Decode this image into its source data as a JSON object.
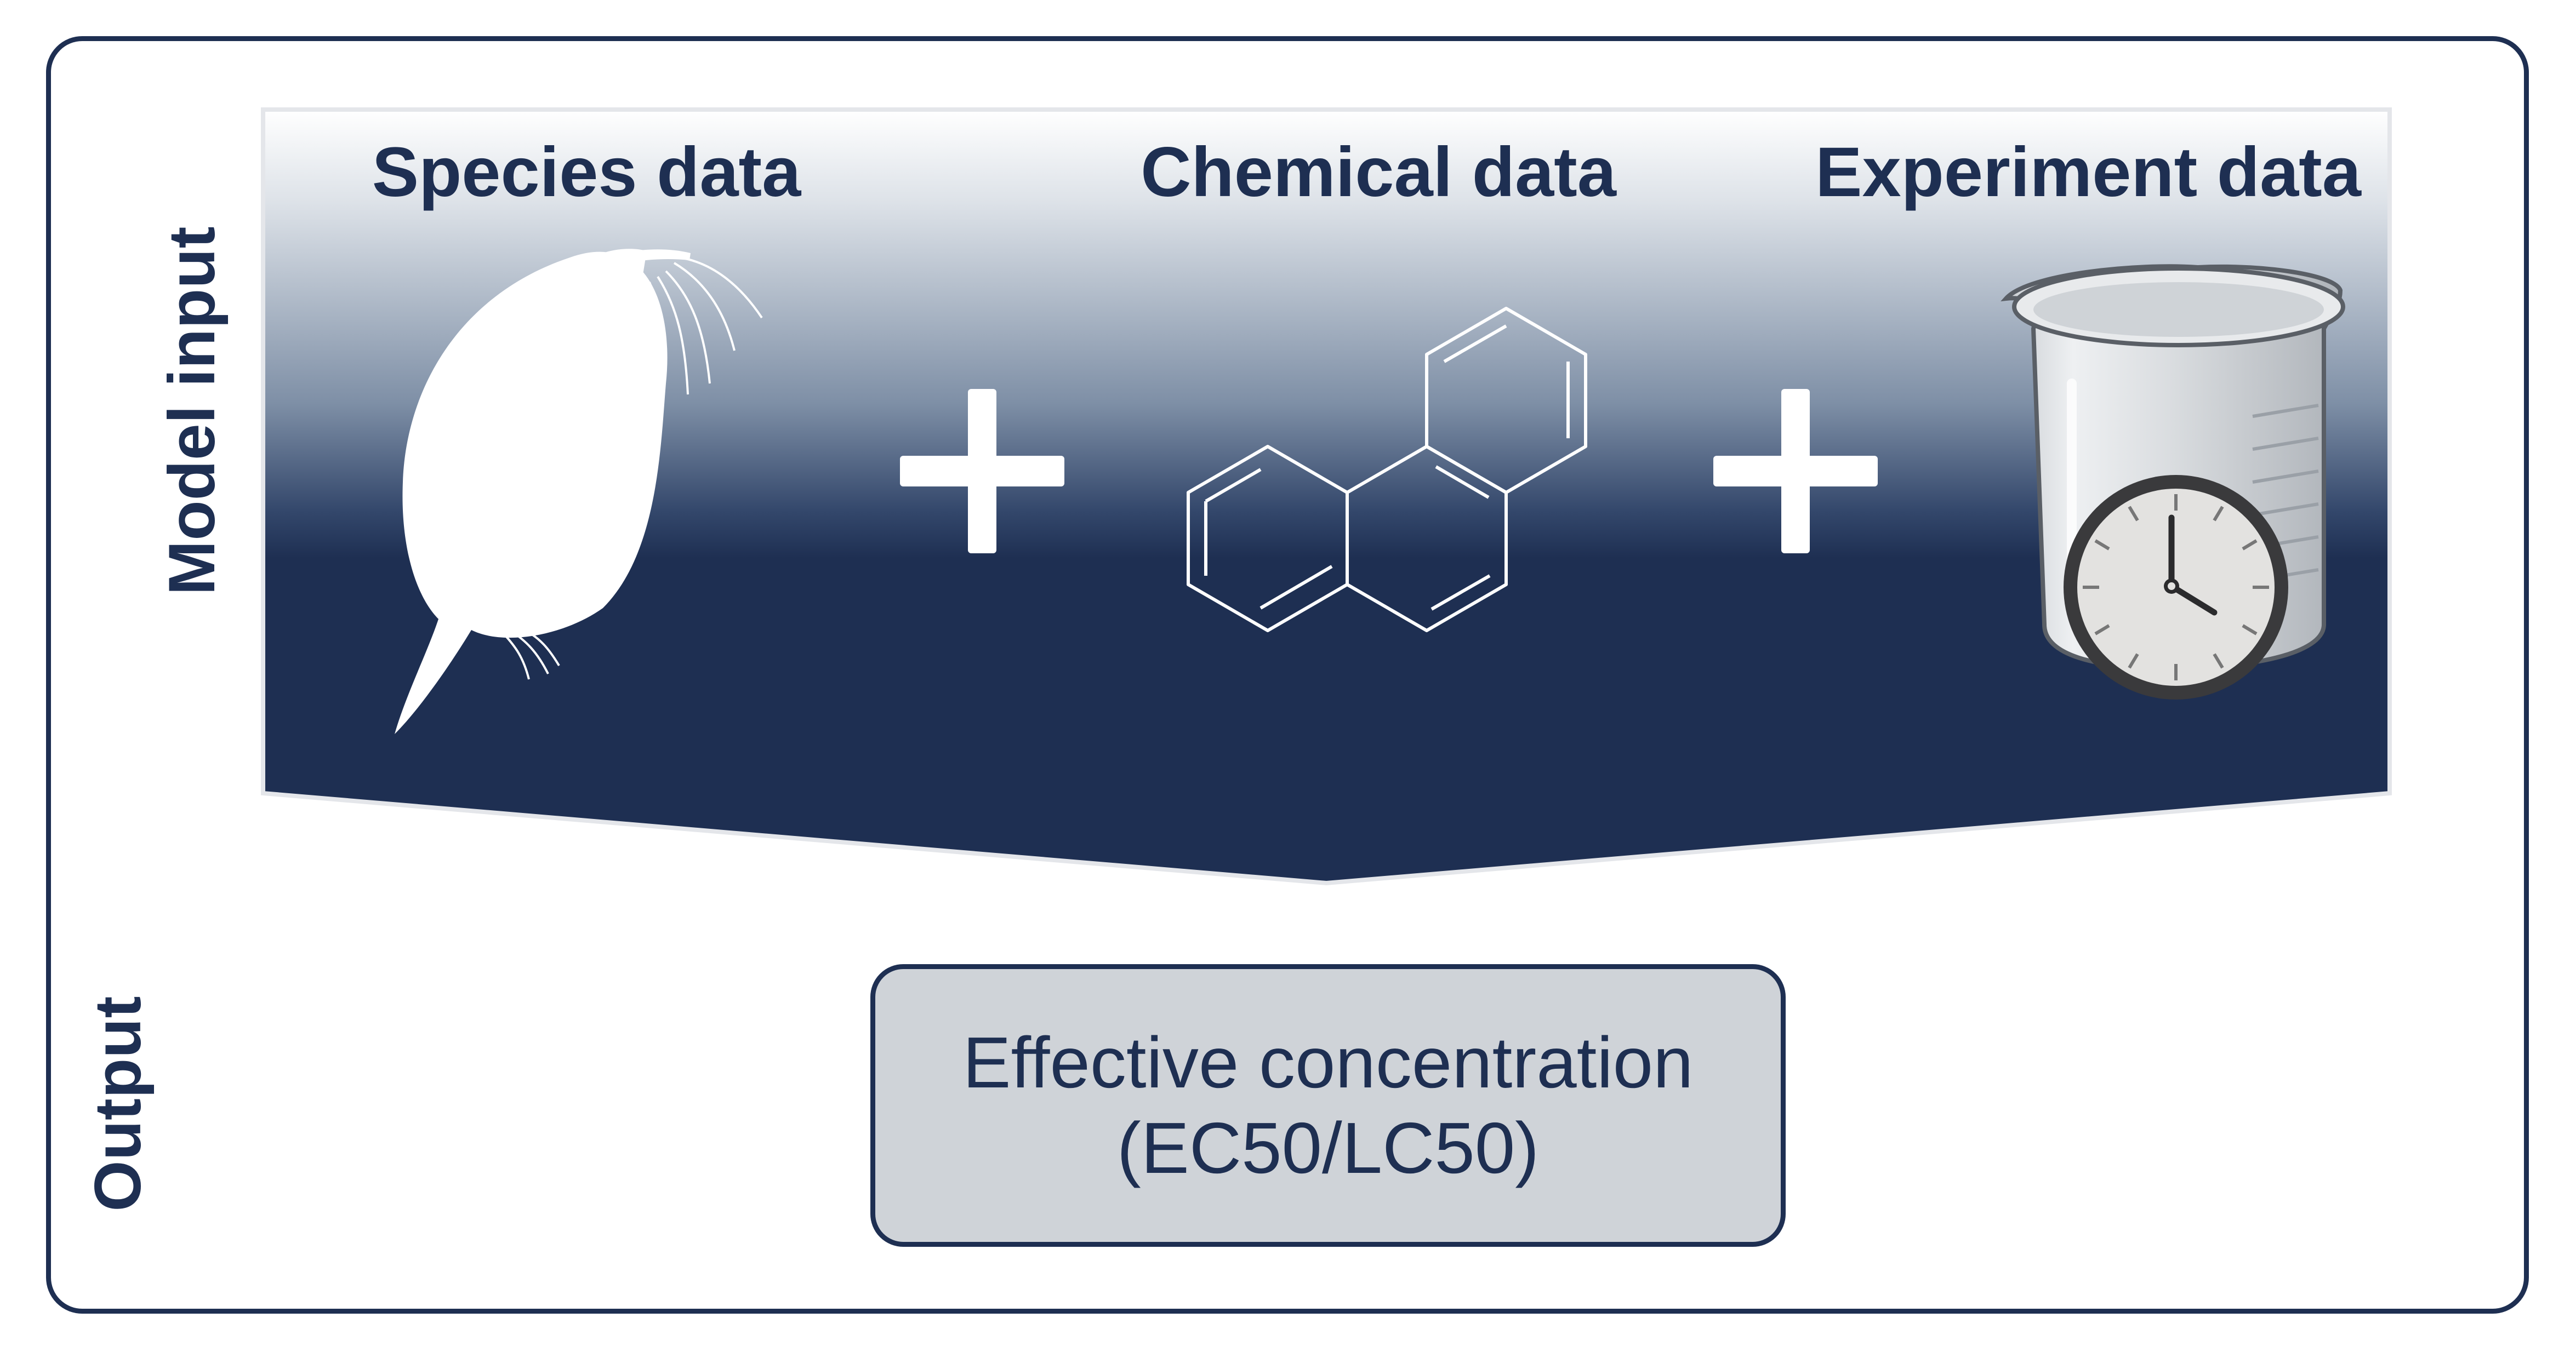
{
  "labels": {
    "model_input": "Model input",
    "output": "Output"
  },
  "inputs": {
    "species": "Species data",
    "chemical": "Chemical data",
    "experiment": "Experiment data"
  },
  "output_box": {
    "line1": "Effective concentration",
    "line2": "(EC50/LC50)"
  },
  "icons": {
    "species": "daphnia-icon",
    "chemical": "phenanthrene-structure-icon",
    "experiment": "beaker-clock-icon",
    "operator": "plus-icon"
  },
  "colors": {
    "navy": "#1e2f52",
    "output_fill": "#cfd3d8",
    "gradient_top": "#ffffff"
  }
}
